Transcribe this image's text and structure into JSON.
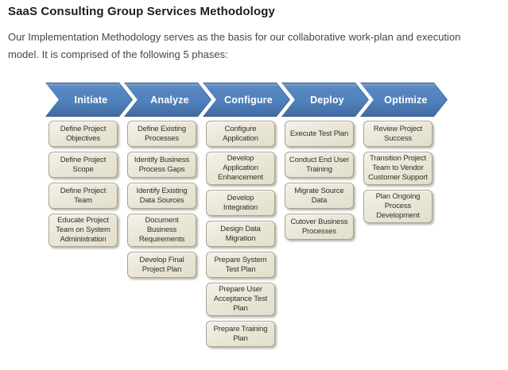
{
  "header": {
    "title": "SaaS Consulting Group Services Methodology"
  },
  "intro": "Our Implementation Methodology serves as the basis for our collaborative work-plan and execution model. It is comprised of the following 5 phases:",
  "phases": [
    {
      "label": "Initiate",
      "tasks": [
        "Define Project Objectives",
        "Define Project Scope",
        "Define Project Team",
        "Educate Project Team on System Administration"
      ]
    },
    {
      "label": "Analyze",
      "tasks": [
        "Define Existing Processes",
        "Identify Business Process Gaps",
        "Identify Existing Data Sources",
        "Document Business Requirements",
        "Develop Final Project Plan"
      ]
    },
    {
      "label": "Configure",
      "tasks": [
        "Configure Application",
        "Develop Application Enhancement",
        "Develop Integration",
        "Design Data Migration",
        "Prepare System Test Plan",
        "Prepare User Acceptance Test Plan",
        "Prepare Training Plan"
      ]
    },
    {
      "label": "Deploy",
      "tasks": [
        "Execute Test Plan",
        "Conduct End User Training",
        "Migrate Source Data",
        "Cutover Business Processes"
      ]
    },
    {
      "label": "Optimize",
      "tasks": [
        "Review Project Success",
        "Transition Project Team to Vendor Customer Support",
        "Plan Ongoing Process Development"
      ]
    }
  ],
  "colors": {
    "phase_arrow_fill": "#4f81bd",
    "phase_arrow_border": "#2f5c92",
    "arrow_label_text": "#ffffff",
    "task_box_fill": "#eae7d8",
    "task_box_border": "#a8a493",
    "task_text": "#32302a",
    "title_text": "#1c1e21",
    "body_text": "#42484d"
  }
}
